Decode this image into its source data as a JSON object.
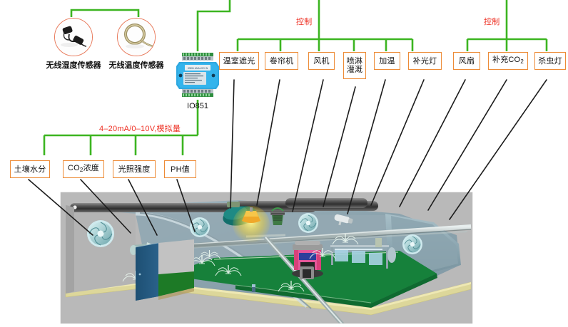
{
  "diagram": {
    "title_hidden": "",
    "signal_labels": {
      "analog": "4–20mA/0–10V,模拟量",
      "control_left": "控制",
      "control_right": "控制"
    },
    "sensors_wireless": [
      {
        "name": "无线湿度传感器",
        "icon": "humidity-sensor-photo"
      },
      {
        "name": "无线温度传感器",
        "icon": "temperature-sensor-photo"
      }
    ],
    "controller": {
      "label": "IO851",
      "face_text_1": "IO851 ANALOG INPUT",
      "face_text_2": "4-20mA"
    },
    "analog_inputs": [
      {
        "label": "土壤水分"
      },
      {
        "label": "CO",
        "sub": "2",
        "label_tail": "浓度"
      },
      {
        "label": "光照强度"
      },
      {
        "label": "PH值"
      }
    ],
    "analog_inputs_plain": [
      "土壤水分",
      "CO₂浓度",
      "光照强度",
      "PH值"
    ],
    "control_group_left": [
      {
        "label": "温室遮光"
      },
      {
        "label": "卷帘机"
      },
      {
        "label": "风机"
      },
      {
        "label": "喷淋",
        "label2": "灌溉"
      },
      {
        "label": "加温"
      },
      {
        "label": "补光灯"
      }
    ],
    "control_group_right": [
      {
        "label": "风扇"
      },
      {
        "label": "补充CO",
        "sub": "2"
      },
      {
        "label": "杀虫灯"
      }
    ],
    "scene": {
      "name": "greenhouse-illustration",
      "elements": [
        "exhaust-fan-left",
        "exhaust-fan-mid",
        "exhaust-fan-right",
        "entrance-door",
        "grow-lamp",
        "sprinkler-heads",
        "irrigation-pipe",
        "shade-curtain-roll",
        "heater-unit",
        "co2-tank-rack",
        "surveillance-camera",
        "green-crop-bed",
        "roof-frame"
      ]
    },
    "colors": {
      "wire_green": "#3CB521",
      "box_border": "#ED8B36",
      "red_text": "#EE3124",
      "pointer_black": "#1a1a1a",
      "scene_bg": "#b9b9b9",
      "floor_tan": "#ddd79a",
      "crop_green": "#17803a",
      "glass_blue": "#8fa8b4",
      "module_blue": "#2aa8e0"
    }
  }
}
